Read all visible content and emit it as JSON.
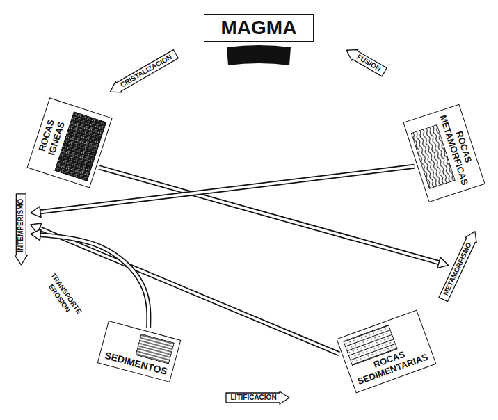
{
  "diagram": {
    "nodes": [
      {
        "text": [
          "MAGMA"
        ]
      },
      {
        "text": [
          "FUSION"
        ]
      },
      {
        "text": [
          "CRISTALIZACION"
        ]
      },
      {
        "text": [
          "ROCAS IGNEAS"
        ]
      },
      {
        "text": [
          "ROCAS METAMORFICAS"
        ]
      },
      {
        "text": [
          "INTEMPERISMO"
        ]
      },
      {
        "text": [
          "METAMORFISMO"
        ]
      },
      {
        "text": [
          "SEDIMENTOS"
        ]
      },
      {
        "text": [
          "ROCAS SEDIMENTARIAS"
        ]
      },
      {
        "text": [
          "LITIFICACION"
        ]
      }
    ],
    "edges": [
      {
        "from": 3,
        "to": 6,
        "arrow": "to"
      },
      {
        "from": 4,
        "to": 5,
        "arrow": "to"
      },
      {
        "from": 8,
        "to": 5,
        "arrow": "to"
      },
      {
        "from": 7,
        "to": 5,
        "arrow": "to"
      }
    ],
    "labels": [
      "TRANSPORTE EROSION"
    ]
  }
}
